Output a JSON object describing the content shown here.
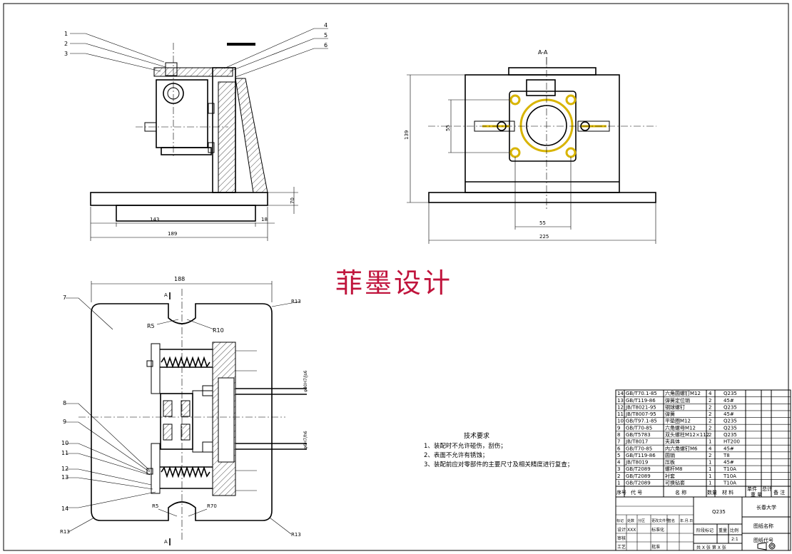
{
  "watermark": "菲墨设计",
  "views": {
    "front": {
      "balloons": [
        "1",
        "2",
        "3",
        "4",
        "5",
        "6"
      ],
      "dims": [
        "143",
        "18",
        "189",
        "70"
      ]
    },
    "side": {
      "section_label": "A-A",
      "dims": [
        "55",
        "139",
        "55",
        "225"
      ]
    },
    "top": {
      "balloons": [
        "7",
        "8",
        "9",
        "10",
        "11",
        "12",
        "13",
        "14"
      ],
      "dims": [
        "188",
        "R13",
        "R5",
        "R10",
        "R5",
        "R70",
        "R13",
        "R13"
      ],
      "fits": [
        "φ40H7/js6",
        "φ6H7/h6"
      ],
      "section_marks": [
        "A",
        "A"
      ]
    }
  },
  "tech_requirements": {
    "title": "技术要求",
    "items": [
      "1、装配时不允许碰伤，刮伤；",
      "2、表面不允许有锈蚀；",
      "3、装配前应对零部件的主要尺寸及相关精度进行复查；"
    ]
  },
  "bom": {
    "rows": [
      {
        "no": "14",
        "code": "GB/T70.1-85",
        "name": "六角圆螺钉M12",
        "qty": "4",
        "material": "Q235"
      },
      {
        "no": "13",
        "code": "GB/T119-86",
        "name": "弹簧定位销",
        "qty": "2",
        "material": "45#"
      },
      {
        "no": "12",
        "code": "JB/T8021-95",
        "name": "钢球螺钉",
        "qty": "2",
        "material": "Q235"
      },
      {
        "no": "11",
        "code": "JB/T8007-95",
        "name": "弹簧",
        "qty": "2",
        "material": "45#"
      },
      {
        "no": "10",
        "code": "GB/T97.1-85",
        "name": "平垫圈M12",
        "qty": "2",
        "material": "Q235"
      },
      {
        "no": "9",
        "code": "GB/T70-85",
        "name": "六角螺母M12",
        "qty": "2",
        "material": "Q235"
      },
      {
        "no": "8",
        "code": "GB/T5783",
        "name": "双头螺柱M12×112",
        "qty": "2",
        "material": "Q235"
      },
      {
        "no": "7",
        "code": "JB/T8017",
        "name": "夹具体",
        "qty": "1",
        "material": "HT200"
      },
      {
        "no": "6",
        "code": "GB/T70-85",
        "name": "内六角螺钉M6",
        "qty": "4",
        "material": "45#"
      },
      {
        "no": "5",
        "code": "GB/T119-86",
        "name": "圆销",
        "qty": "2",
        "material": "T8"
      },
      {
        "no": "4",
        "code": "JB/T8019",
        "name": "压板",
        "qty": "1",
        "material": "45#"
      },
      {
        "no": "3",
        "code": "GB/T2089",
        "name": "螺杆M8",
        "qty": "1",
        "material": "T10A"
      },
      {
        "no": "2",
        "code": "GB/T2089",
        "name": "衬套",
        "qty": "1",
        "material": "T10A"
      },
      {
        "no": "1",
        "code": "GB/T2089",
        "name": "可换钻套",
        "qty": "1",
        "material": "T10A"
      }
    ],
    "header": {
      "no": "序号",
      "code": "代 号",
      "name": "名 称",
      "qty": "数量",
      "material": "材 料",
      "single": "单件",
      "total": "总计",
      "weight": "重 量",
      "remark": "备 注"
    }
  },
  "title_block": {
    "material": "Q235",
    "school": "长春大学",
    "drawing_name": "图纸名称",
    "drawing_code": "图纸代号",
    "stage_mark": "阶段标记",
    "weight": "重量",
    "scale_label": "比例",
    "scale": "2:1",
    "designer_label": "设计",
    "designer": "XXX",
    "standardize": "标准化",
    "review": "审核",
    "process": "工艺",
    "approve": "批准",
    "sheet_info": "共 X 张    第 X 张",
    "revision_cols": [
      "标记",
      "处数",
      "分区",
      "更改文件号",
      "签名",
      "年.月.日"
    ]
  }
}
